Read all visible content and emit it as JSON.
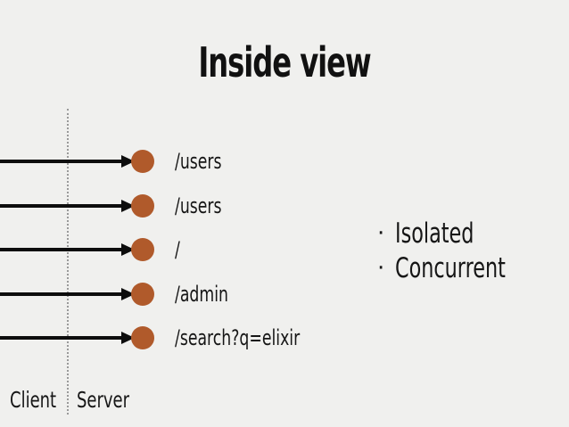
{
  "slide": {
    "title": "Inside view",
    "background_color": "#f0f0ee",
    "text_color": "#161616",
    "node_color": "#b05a2b",
    "arrow_color": "#0d0d0d",
    "divider_color": "#9a9a9a"
  },
  "requests": [
    {
      "label": "/users",
      "icon": "process-dot-icon",
      "arrow": "request-arrow-icon"
    },
    {
      "label": "/users",
      "icon": "process-dot-icon",
      "arrow": "request-arrow-icon"
    },
    {
      "label": "/",
      "icon": "process-dot-icon",
      "arrow": "request-arrow-icon"
    },
    {
      "label": "/admin",
      "icon": "process-dot-icon",
      "arrow": "request-arrow-icon"
    },
    {
      "label": "/search?q=elixir",
      "icon": "process-dot-icon",
      "arrow": "request-arrow-icon"
    }
  ],
  "features": {
    "bullet_glyph": "·",
    "items": [
      {
        "label": "Isolated"
      },
      {
        "label": "Concurrent"
      }
    ]
  },
  "axis": {
    "client_label": "Client",
    "server_label": "Server"
  }
}
